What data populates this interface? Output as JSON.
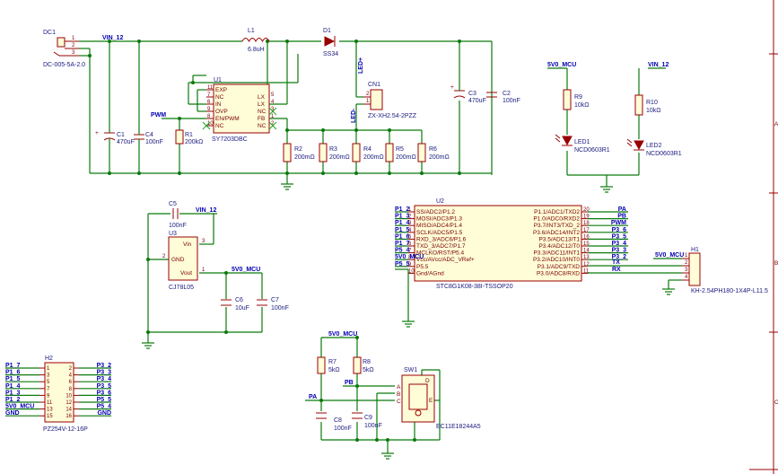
{
  "components": {
    "dc1": {
      "ref": "DC1",
      "value": "DC-005-5A-2.0",
      "pins": [
        "1",
        "2",
        "3"
      ]
    },
    "l1": {
      "ref": "L1",
      "value": "6.8uH"
    },
    "d1": {
      "ref": "D1",
      "value": "SS34"
    },
    "u1": {
      "ref": "U1",
      "value": "SY7203DBC",
      "pins_left": [
        {
          "n": "11",
          "name": "EXP"
        },
        {
          "n": "7",
          "name": "NC"
        },
        {
          "n": "6",
          "name": "IN"
        },
        {
          "n": "9",
          "name": "OVP"
        },
        {
          "n": "8",
          "name": "EN/PWM"
        },
        {
          "n": "10",
          "name": "NC"
        }
      ],
      "pins_right": [
        {
          "n": "5",
          "name": "LX"
        },
        {
          "n": "4",
          "name": "LX"
        },
        {
          "n": "3",
          "name": "NC"
        },
        {
          "n": "1",
          "name": "FB"
        },
        {
          "n": "2",
          "name": "NC"
        }
      ]
    },
    "cn1": {
      "ref": "CN1",
      "value": "ZX-XH2.54-2PZZ",
      "pins": [
        "1",
        "2"
      ]
    },
    "c1": {
      "ref": "C1",
      "value": "470uF"
    },
    "c4": {
      "ref": "C4",
      "value": "100nF"
    },
    "r1": {
      "ref": "R1",
      "value": "200kΩ"
    },
    "r2": {
      "ref": "R2",
      "value": "200mΩ"
    },
    "r3": {
      "ref": "R3",
      "value": "200mΩ"
    },
    "r4": {
      "ref": "R4",
      "value": "200mΩ"
    },
    "r5": {
      "ref": "R5",
      "value": "200mΩ"
    },
    "r6": {
      "ref": "R6",
      "value": "200mΩ"
    },
    "c3": {
      "ref": "C3",
      "value": "470uF"
    },
    "c2": {
      "ref": "C2",
      "value": "100nF"
    },
    "r9": {
      "ref": "R9",
      "value": "10kΩ"
    },
    "r10": {
      "ref": "R10",
      "value": "10kΩ"
    },
    "led1": {
      "ref": "LED1",
      "value": "NCD0603R1"
    },
    "led2": {
      "ref": "LED2",
      "value": "NCD0603R1"
    },
    "c5": {
      "ref": "C5",
      "value": "100nF"
    },
    "u3": {
      "ref": "U3",
      "value": "CJ78L05",
      "pins": [
        {
          "n": "3",
          "name": "Vin"
        },
        {
          "n": "2",
          "name": "GND"
        },
        {
          "n": "1",
          "name": "Vout"
        }
      ]
    },
    "c6": {
      "ref": "C6",
      "value": "10uF"
    },
    "c7": {
      "ref": "C7",
      "value": "100nF"
    },
    "u2": {
      "ref": "U2",
      "value": "STC8G1K08-38I-TSSOP20",
      "pins_left": [
        {
          "n": "1",
          "name": "SS/ADC2/P1.2"
        },
        {
          "n": "2",
          "name": "MOSI/ADC3/P1.3"
        },
        {
          "n": "3",
          "name": "MISO/ADC4/P1.4"
        },
        {
          "n": "4",
          "name": "SCLK/ADC5/P1.5"
        },
        {
          "n": "5",
          "name": "RXD_3/ADC6/P1.6"
        },
        {
          "n": "6",
          "name": "TXD_3/ADC7/P1.7"
        },
        {
          "n": "7",
          "name": "MCLKO/RST/P5.4"
        },
        {
          "n": "8",
          "name": "Vcc/AVcc/ADC_VRef+"
        },
        {
          "n": "9",
          "name": "P5.5"
        },
        {
          "n": "10",
          "name": "Gnd/AGnd"
        }
      ],
      "pins_right": [
        {
          "n": "20",
          "name": "P1.1/ADC1/TXD2"
        },
        {
          "n": "19",
          "name": "P1.0/ADC0/RXD2"
        },
        {
          "n": "18",
          "name": "P3.7/INT3/TXD_2"
        },
        {
          "n": "17",
          "name": "P3.6/ADC14/INT2"
        },
        {
          "n": "16",
          "name": "P3.5/ADC13/T1"
        },
        {
          "n": "15",
          "name": "P3.4/ADC12/T0"
        },
        {
          "n": "14",
          "name": "P3.3/ADC11/INT1"
        },
        {
          "n": "13",
          "name": "P3.2/ADC10/INT0"
        },
        {
          "n": "12",
          "name": "P3.1/ADC9/TXD"
        },
        {
          "n": "11",
          "name": "P3.0/ADC8/RXD"
        }
      ]
    },
    "h1": {
      "ref": "H1",
      "value": "KH-2.54PH180-1X4P-L11.5",
      "pins": [
        "1",
        "2",
        "3",
        "4"
      ]
    },
    "h2": {
      "ref": "H2",
      "value": "PZ254V-12-16P",
      "pins_left": [
        "1",
        "3",
        "5",
        "7",
        "9",
        "11",
        "13",
        "15"
      ],
      "pins_right": [
        "2",
        "4",
        "6",
        "8",
        "10",
        "12",
        "14",
        "16"
      ]
    },
    "r7": {
      "ref": "R7",
      "value": "5kΩ"
    },
    "r8": {
      "ref": "R8",
      "value": "5kΩ"
    },
    "c8": {
      "ref": "C8",
      "value": "100nF"
    },
    "c9": {
      "ref": "C9",
      "value": "100nF"
    },
    "sw1": {
      "ref": "SW1",
      "value": "EC11E18244A5",
      "pins": [
        "A",
        "B",
        "C",
        "D",
        "E"
      ]
    }
  },
  "nets": {
    "vin12": "VIN_12",
    "v5": "5V0_MCU",
    "pwm": "PWM",
    "led_plus": "LED+",
    "led_minus": "LED-",
    "pa": "PA",
    "pb": "PB",
    "tx": "TX",
    "rx": "RX",
    "gnd": "GND",
    "u2_left": [
      "P1_2",
      "P1_3",
      "P1_4",
      "P1_5",
      "P1_6",
      "P1_7",
      "P5_4",
      "5V0_MCU",
      "P5_5"
    ],
    "u2_right": [
      "PA",
      "PB",
      "PWM",
      "P3_6",
      "P3_5",
      "P3_4",
      "P3_3",
      "P3_2"
    ],
    "h2_left": [
      "P1_7",
      "P1_6",
      "P1_5",
      "P1_4",
      "P1_3",
      "P1_2",
      "5V0_MCU",
      "GND"
    ],
    "h2_right": [
      "P3_2",
      "P3_3",
      "P3_4",
      "P3_5",
      "P3_6",
      "P5_5",
      "P5_4",
      "GND"
    ]
  },
  "frame": {
    "letters_right": [
      "A",
      "B",
      "C"
    ]
  }
}
